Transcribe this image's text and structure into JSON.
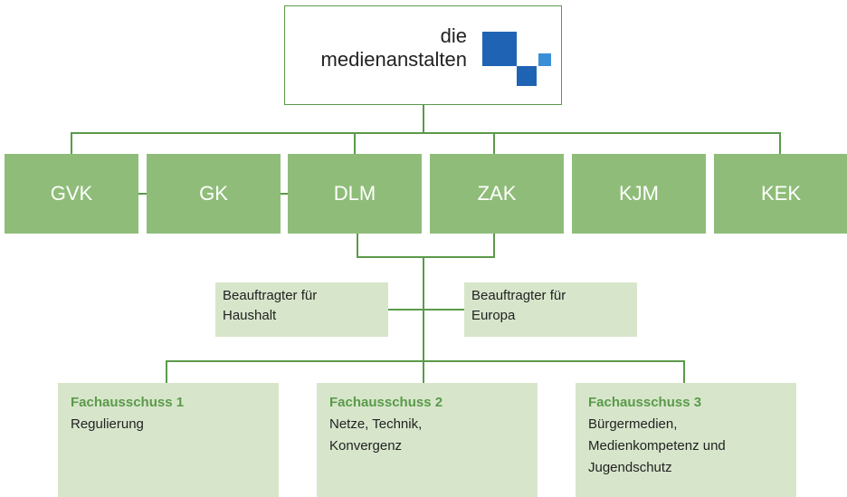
{
  "logo": {
    "line1": "die",
    "line2": "medienanstalten",
    "colors": {
      "dark": "#1f64b4",
      "light": "#3a8fd6"
    }
  },
  "organs": [
    "GVK",
    "GK",
    "DLM",
    "ZAK",
    "KJM",
    "KEK"
  ],
  "delegates": [
    {
      "line1": "Beauftragter für",
      "line2": "Haushalt"
    },
    {
      "line1": "Beauftragter für",
      "line2": "Europa"
    }
  ],
  "committees": [
    {
      "title": "Fachausschuss 1",
      "description": "Regulierung"
    },
    {
      "title": "Fachausschuss 2",
      "description": "Netze, Technik,\nKonvergenz"
    },
    {
      "title": "Fachausschuss 3",
      "description": "Bürgermedien,\nMedienkompetenz und\nJugendschutz"
    }
  ],
  "colors": {
    "line": "#5a9a4a",
    "organ_fill": "#8fbd79",
    "pale_fill": "#d7e6cb",
    "committee_title": "#5a9a4a"
  }
}
